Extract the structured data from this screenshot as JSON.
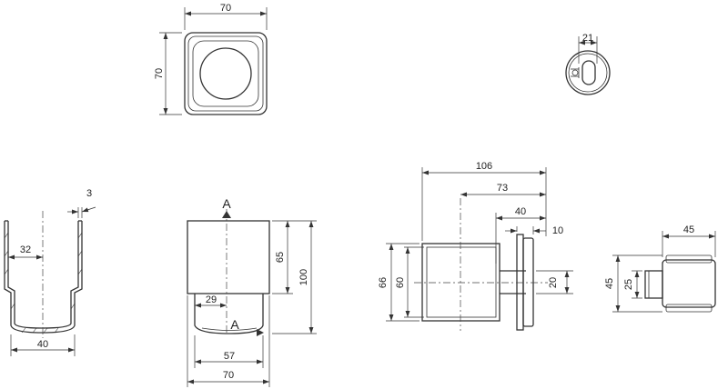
{
  "dimensions": {
    "top_width": "70",
    "top_height": "70",
    "clip_width": "21",
    "wall_thickness": "3",
    "inner_diameter": "32",
    "bottom_diameter": "40",
    "section_upper_height": "65",
    "section_total_height": "100",
    "section_lower_width": "29",
    "section_mid_width": "57",
    "section_width": "70",
    "projection_total": "106",
    "projection_mid": "73",
    "projection_arm": "40",
    "plate_thickness": "10",
    "cup_outer_height": "66",
    "cup_inner_height": "60",
    "arm_diameter": "20",
    "plate_width": "45",
    "plate_height": "45",
    "plate_inner_height": "25"
  },
  "section_marks": {
    "top": "A",
    "bottom": "A"
  }
}
